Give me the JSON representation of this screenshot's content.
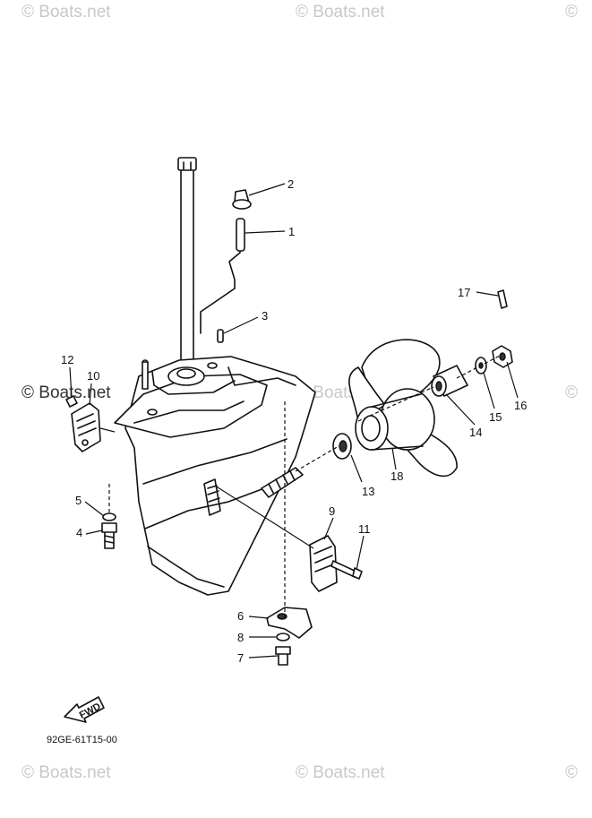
{
  "watermark": {
    "text": "Boats.net",
    "symbol": "©",
    "color": "#c8c8c8"
  },
  "callouts": [
    "1",
    "2",
    "3",
    "4",
    "5",
    "6",
    "7",
    "8",
    "9",
    "10",
    "11",
    "12",
    "13",
    "14",
    "15",
    "16",
    "17",
    "18"
  ],
  "diagram_code": "92GE-61T15-00",
  "fwd_label": "FWD"
}
